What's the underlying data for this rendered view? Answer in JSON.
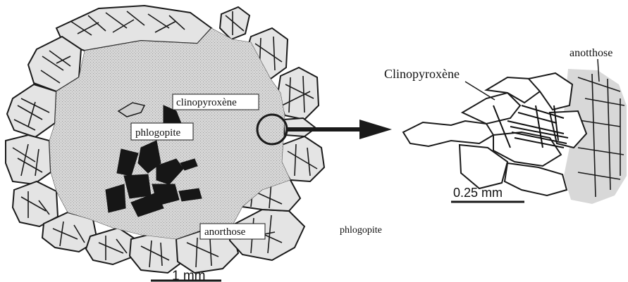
{
  "labels": {
    "clinopyroxene_left": "clinopyroxène",
    "phlogopite_left": "phlogopite",
    "anorthose_left": "anorthose",
    "phlogopite_outside": "phlogopite",
    "clinopyroxene_right": "Clinopyroxène",
    "anorthose_right": "anotthose"
  },
  "scale_bars": {
    "left": "1 mm",
    "right": "0.25 mm"
  },
  "colors": {
    "matrix_fill": "#d2d2d2",
    "crystal_fill": "#e3e3e3",
    "phlogopite_fill": "#161616",
    "outline": "#1a1a1a"
  }
}
